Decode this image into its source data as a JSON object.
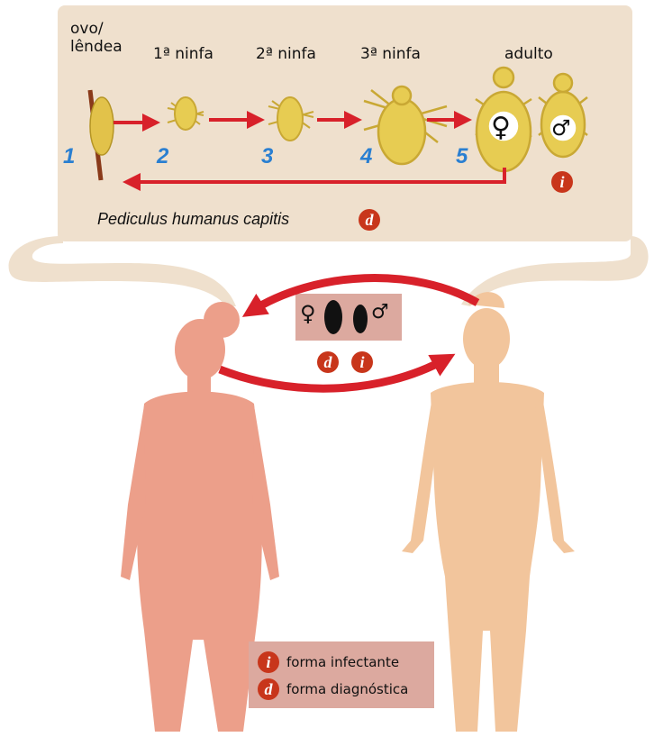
{
  "stages": [
    {
      "label": "ovo/\nlêndea",
      "number": "1"
    },
    {
      "label": "1ª ninfa",
      "number": "2"
    },
    {
      "label": "2ª ninfa",
      "number": "3"
    },
    {
      "label": "3ª ninfa",
      "number": "4"
    },
    {
      "label": "adulto",
      "number": "5"
    }
  ],
  "species": "Pediculus humanus capitis",
  "badges": {
    "diagnostic": "d",
    "infective": "i"
  },
  "symbols": {
    "female": "♀",
    "male": "♂"
  },
  "legend": {
    "infective_label": "forma infectante",
    "diagnostic_label": "forma diagnóstica"
  },
  "colors": {
    "panel": "#efe0cd",
    "arrow": "#d8212a",
    "stage_number": "#2a7fd1",
    "badge": "#c8361b",
    "female_body": "#ec9f8a",
    "male_body": "#f2c59c",
    "louse": "#e7cc52",
    "legend_bg": "#dca99f"
  }
}
